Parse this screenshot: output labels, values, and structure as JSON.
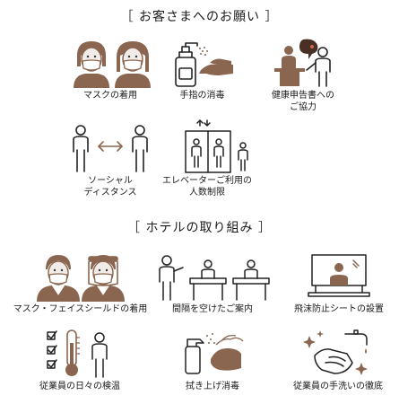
{
  "colors": {
    "brown": "#8a6650",
    "dark": "#222222",
    "light": "#f2ece8"
  },
  "section1": {
    "title": "お客さまへのお願い",
    "items": [
      {
        "icon": "two-masked-people-icon",
        "lines": [
          "マスクの着用"
        ]
      },
      {
        "icon": "hand-sanitizer-icon",
        "lines": [
          "手指の消毒"
        ]
      },
      {
        "icon": "health-declaration-icon",
        "lines": [
          "健康申告書への",
          "ご協力"
        ]
      },
      {
        "icon": "social-distance-icon",
        "lines": [
          "ソーシャル",
          "ディスタンス"
        ]
      },
      {
        "icon": "elevator-limit-icon",
        "lines": [
          "エレベーターご利用の",
          "人数制限"
        ]
      }
    ]
  },
  "section2": {
    "title": "ホテルの取り組み",
    "items": [
      {
        "icon": "staff-mask-faceshield-icon",
        "lines": [
          "マスク・フェイスシールドの着用"
        ]
      },
      {
        "icon": "spaced-guidance-icon",
        "lines": [
          "間隔を空けたご案内"
        ]
      },
      {
        "icon": "splash-screen-icon",
        "lines": [
          "飛沫防止シートの設置"
        ]
      },
      {
        "icon": "temperature-check-icon",
        "lines": [
          "従業員の日々の検温"
        ]
      },
      {
        "icon": "wipe-disinfect-icon",
        "lines": [
          "拭き上げ消毒"
        ]
      },
      {
        "icon": "hand-washing-icon",
        "lines": [
          "従業員の手洗いの徹底"
        ]
      }
    ]
  }
}
